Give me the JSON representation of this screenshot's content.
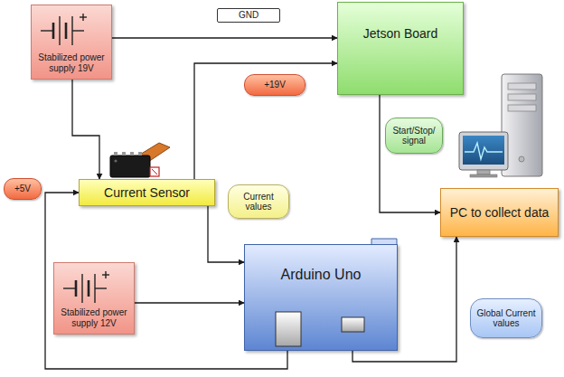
{
  "diagram": {
    "nodes": [
      {
        "text": [
          "Stabilized power supply 19V"
        ]
      },
      {
        "text": [
          "GND"
        ]
      },
      {
        "text": [
          "Jetson Board"
        ]
      },
      {
        "text": [
          "+19V"
        ]
      },
      {
        "text": [
          "Start/Stop/ signal"
        ]
      },
      {
        "text": [
          "+5V"
        ]
      },
      {
        "text": [
          "Current Sensor"
        ]
      },
      {
        "text": [
          "Current values"
        ]
      },
      {
        "text": [
          "PC to collect data"
        ]
      },
      {
        "text": [
          "Stabilized power supply 12V"
        ]
      },
      {
        "text": [
          "Arduino Uno"
        ]
      },
      {
        "text": [
          "Global Current values"
        ]
      }
    ],
    "edges": [
      {
        "from": 0,
        "to": 2,
        "arrow": "to"
      },
      {
        "from": 0,
        "to": 6,
        "arrow": "to"
      },
      {
        "from": 6,
        "to": 2,
        "arrow": "to"
      },
      {
        "from": 2,
        "to": 8,
        "arrow": "to"
      },
      {
        "from": 6,
        "to": 10,
        "arrow": "to"
      },
      {
        "from": 10,
        "to": 6,
        "arrow": "to"
      },
      {
        "from": 9,
        "to": 10,
        "arrow": "to"
      },
      {
        "from": 10,
        "to": 8,
        "arrow": "to"
      }
    ]
  }
}
